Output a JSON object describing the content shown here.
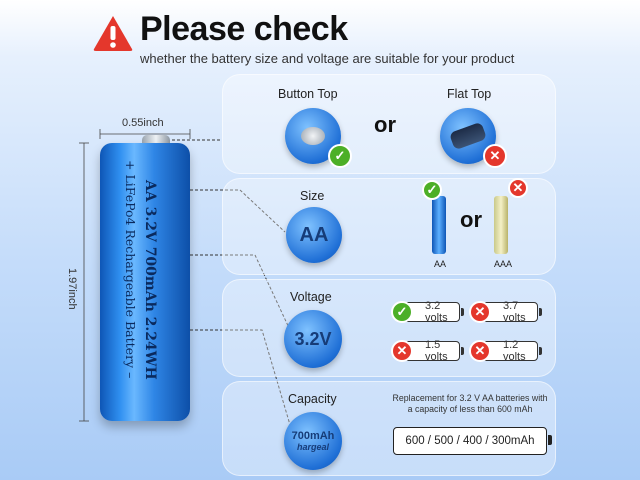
{
  "header": {
    "title": "Please check",
    "subtitle": "whether the battery size and voltage are suitable for your product"
  },
  "dimensions": {
    "width": "0.55inch",
    "height": "1.97inch"
  },
  "battery": {
    "line1": "AA  3.2V  700mAh  2.24WH",
    "line2": "+ LiFePo4 Rechargeable Battery –"
  },
  "top_panel": {
    "button_top_label": "Button Top",
    "flat_top_label": "Flat Top",
    "or_text": "or"
  },
  "size_panel": {
    "label": "Size",
    "circle_text": "AA",
    "or_text": "or",
    "aa_caption": "AA",
    "aaa_caption": "AAA"
  },
  "voltage_panel": {
    "label": "Voltage",
    "circle_text": "3.2V",
    "options": [
      {
        "text": "3.2 volts",
        "status": "ok"
      },
      {
        "text": "3.7 volts",
        "status": "no"
      },
      {
        "text": "1.5 volts",
        "status": "no"
      },
      {
        "text": "1.2 volts",
        "status": "no"
      }
    ]
  },
  "capacity_panel": {
    "label": "Capacity",
    "circle_text": "700mAh",
    "circle_subtext": "hargeal",
    "note": "Replacement for 3.2 V AA batteries with a capacity of less than 600 mAh",
    "values": "600 / 500 / 400 / 300mAh"
  },
  "colors": {
    "ok": "#4caf27",
    "no": "#e4372c",
    "battery_blue": "#1f6fd6"
  }
}
